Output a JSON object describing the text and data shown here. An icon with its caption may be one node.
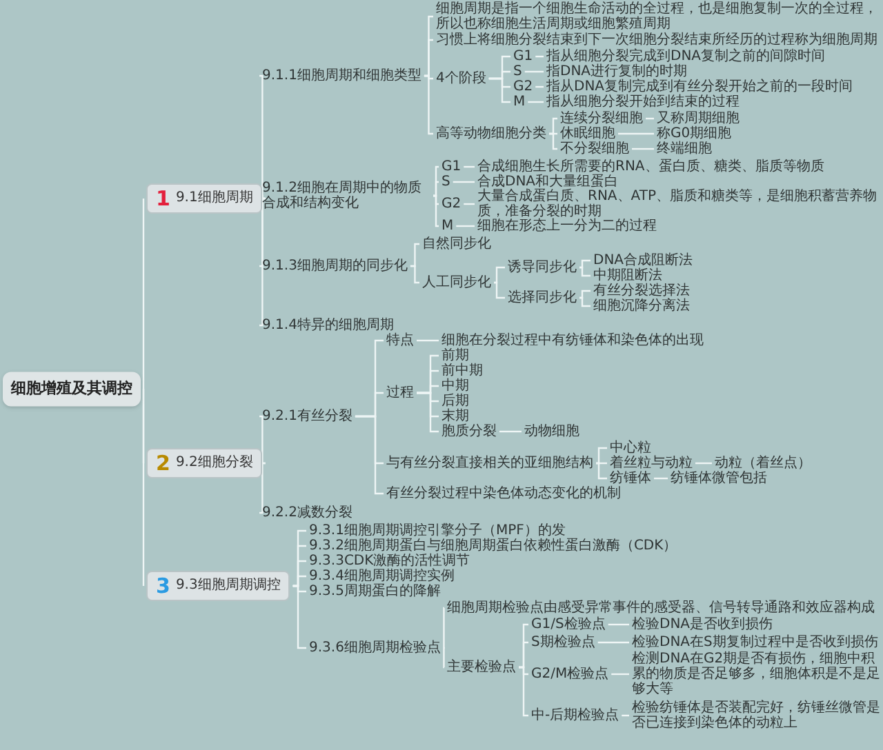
{
  "diagram": {
    "nodes": [
      {
        "text": [
          "细胞增殖及其调控"
        ]
      },
      {
        "text": [
          "1",
          "9.1细胞周期"
        ]
      },
      {
        "text": [
          "9.1.1细胞周期和细胞类型"
        ]
      },
      {
        "text": [
          "细胞周期是指一个细胞生命活动的全过程，也是细胞复制一次的全过程，所以也称细胞生活周期或细胞繁殖周期"
        ]
      },
      {
        "text": [
          "习惯上将细胞分裂结束到下一次细胞分裂结束所经历的过程称为细胞周期"
        ]
      },
      {
        "text": [
          "4个阶段"
        ]
      },
      {
        "text": [
          "G1"
        ]
      },
      {
        "text": [
          "指从细胞分裂完成到DNA复制之前的间隙时间"
        ]
      },
      {
        "text": [
          "S"
        ]
      },
      {
        "text": [
          "指DNA进行复制的时期"
        ]
      },
      {
        "text": [
          "G2"
        ]
      },
      {
        "text": [
          "指从DNA复制完成到有丝分裂开始之前的一段时间"
        ]
      },
      {
        "text": [
          "M"
        ]
      },
      {
        "text": [
          "指从细胞分裂开始到结束的过程"
        ]
      },
      {
        "text": [
          "高等动物细胞分类"
        ]
      },
      {
        "text": [
          "连续分裂细胞"
        ]
      },
      {
        "text": [
          "又称周期细胞"
        ]
      },
      {
        "text": [
          "休眠细胞"
        ]
      },
      {
        "text": [
          "称G0期细胞"
        ]
      },
      {
        "text": [
          "不分裂细胞"
        ]
      },
      {
        "text": [
          "终端细胞"
        ]
      },
      {
        "text": [
          "9.1.2细胞在周期中的物质合成和结构变化"
        ]
      },
      {
        "text": [
          "G1"
        ]
      },
      {
        "text": [
          "合成细胞生长所需要的RNA、蛋白质、糖类、脂质等物质"
        ]
      },
      {
        "text": [
          "S"
        ]
      },
      {
        "text": [
          "合成DNA和大量组蛋白"
        ]
      },
      {
        "text": [
          "G2"
        ]
      },
      {
        "text": [
          "大量合成蛋白质、RNA、ATP、脂质和糖类等，是细胞积蓄营养物质，准备分裂的时期"
        ]
      },
      {
        "text": [
          "M"
        ]
      },
      {
        "text": [
          "细胞在形态上一分为二的过程"
        ]
      },
      {
        "text": [
          "9.1.3细胞周期的同步化"
        ]
      },
      {
        "text": [
          "自然同步化"
        ]
      },
      {
        "text": [
          "人工同步化"
        ]
      },
      {
        "text": [
          "诱导同步化"
        ]
      },
      {
        "text": [
          "DNA合成阻断法"
        ]
      },
      {
        "text": [
          "中期阻断法"
        ]
      },
      {
        "text": [
          "选择同步化"
        ]
      },
      {
        "text": [
          "有丝分裂选择法"
        ]
      },
      {
        "text": [
          "细胞沉降分离法"
        ]
      },
      {
        "text": [
          "9.1.4特异的细胞周期"
        ]
      },
      {
        "text": [
          "2",
          "9.2细胞分裂"
        ]
      },
      {
        "text": [
          "9.2.1有丝分裂"
        ]
      },
      {
        "text": [
          "特点"
        ]
      },
      {
        "text": [
          "细胞在分裂过程中有纺锤体和染色体的出现"
        ]
      },
      {
        "text": [
          "过程"
        ]
      },
      {
        "text": [
          "前期"
        ]
      },
      {
        "text": [
          "前中期"
        ]
      },
      {
        "text": [
          "中期"
        ]
      },
      {
        "text": [
          "后期"
        ]
      },
      {
        "text": [
          "末期"
        ]
      },
      {
        "text": [
          "胞质分裂"
        ]
      },
      {
        "text": [
          "动物细胞"
        ]
      },
      {
        "text": [
          "与有丝分裂直接相关的亚细胞结构"
        ]
      },
      {
        "text": [
          "中心粒"
        ]
      },
      {
        "text": [
          "着丝粒与动粒"
        ]
      },
      {
        "text": [
          "动粒（着丝点）"
        ]
      },
      {
        "text": [
          "纺锤体"
        ]
      },
      {
        "text": [
          "纺锤体微管包括"
        ]
      },
      {
        "text": [
          "有丝分裂过程中染色体动态变化的机制"
        ]
      },
      {
        "text": [
          "9.2.2减数分裂"
        ]
      },
      {
        "text": [
          "3",
          "9.3细胞周期调控"
        ]
      },
      {
        "text": [
          "9.3.1细胞周期调控引擎分子（MPF）的发"
        ]
      },
      {
        "text": [
          "9.3.2细胞周期蛋白与细胞周期蛋白依赖性蛋白激酶（CDK）"
        ]
      },
      {
        "text": [
          "9.3.3CDK激酶的活性调节"
        ]
      },
      {
        "text": [
          "9.3.4细胞周期调控实例"
        ]
      },
      {
        "text": [
          "9.3.5周期蛋白的降解"
        ]
      },
      {
        "text": [
          "9.3.6细胞周期检验点"
        ]
      },
      {
        "text": [
          "细胞周期检验点由感受异常事件的感受器、信号转导通路和效应器构成"
        ]
      },
      {
        "text": [
          "主要检验点"
        ]
      },
      {
        "text": [
          "G1/S检验点"
        ]
      },
      {
        "text": [
          "检验DNA是否收到损伤"
        ]
      },
      {
        "text": [
          "S期检验点"
        ]
      },
      {
        "text": [
          "检验DNA在S期复制过程中是否收到损伤"
        ]
      },
      {
        "text": [
          "G2/M检验点"
        ]
      },
      {
        "text": [
          "检测DNA在G2期是否有损伤，细胞中积累的物质是否足够多，细胞体积是不是足够大等"
        ]
      },
      {
        "text": [
          "中-后期检验点"
        ]
      },
      {
        "text": [
          "检验纺锤体是否装配完好，纺锤丝微管是否已连接到染色体的动粒上"
        ]
      }
    ],
    "edges": [
      {
        "from": 0,
        "to": 1,
        "arrow": "none"
      },
      {
        "from": 1,
        "to": 2,
        "arrow": "none"
      },
      {
        "from": 2,
        "to": 3,
        "arrow": "none"
      },
      {
        "from": 2,
        "to": 4,
        "arrow": "none"
      },
      {
        "from": 2,
        "to": 5,
        "arrow": "none"
      },
      {
        "from": 5,
        "to": 6,
        "arrow": "none"
      },
      {
        "from": 6,
        "to": 7,
        "arrow": "none"
      },
      {
        "from": 5,
        "to": 8,
        "arrow": "none"
      },
      {
        "from": 8,
        "to": 9,
        "arrow": "none"
      },
      {
        "from": 5,
        "to": 10,
        "arrow": "none"
      },
      {
        "from": 10,
        "to": 11,
        "arrow": "none"
      },
      {
        "from": 5,
        "to": 12,
        "arrow": "none"
      },
      {
        "from": 12,
        "to": 13,
        "arrow": "none"
      },
      {
        "from": 2,
        "to": 14,
        "arrow": "none"
      },
      {
        "from": 14,
        "to": 15,
        "arrow": "none"
      },
      {
        "from": 15,
        "to": 16,
        "arrow": "none"
      },
      {
        "from": 14,
        "to": 17,
        "arrow": "none"
      },
      {
        "from": 17,
        "to": 18,
        "arrow": "none"
      },
      {
        "from": 14,
        "to": 19,
        "arrow": "none"
      },
      {
        "from": 19,
        "to": 20,
        "arrow": "none"
      },
      {
        "from": 1,
        "to": 21,
        "arrow": "none"
      },
      {
        "from": 21,
        "to": 22,
        "arrow": "none"
      },
      {
        "from": 22,
        "to": 23,
        "arrow": "none"
      },
      {
        "from": 21,
        "to": 24,
        "arrow": "none"
      },
      {
        "from": 24,
        "to": 25,
        "arrow": "none"
      },
      {
        "from": 21,
        "to": 26,
        "arrow": "none"
      },
      {
        "from": 26,
        "to": 27,
        "arrow": "none"
      },
      {
        "from": 21,
        "to": 28,
        "arrow": "none"
      },
      {
        "from": 28,
        "to": 29,
        "arrow": "none"
      },
      {
        "from": 1,
        "to": 30,
        "arrow": "none"
      },
      {
        "from": 30,
        "to": 31,
        "arrow": "none"
      },
      {
        "from": 30,
        "to": 32,
        "arrow": "none"
      },
      {
        "from": 32,
        "to": 33,
        "arrow": "none"
      },
      {
        "from": 33,
        "to": 34,
        "arrow": "none"
      },
      {
        "from": 33,
        "to": 35,
        "arrow": "none"
      },
      {
        "from": 32,
        "to": 36,
        "arrow": "none"
      },
      {
        "from": 36,
        "to": 37,
        "arrow": "none"
      },
      {
        "from": 36,
        "to": 38,
        "arrow": "none"
      },
      {
        "from": 1,
        "to": 39,
        "arrow": "none"
      },
      {
        "from": 0,
        "to": 40,
        "arrow": "none"
      },
      {
        "from": 40,
        "to": 41,
        "arrow": "none"
      },
      {
        "from": 41,
        "to": 42,
        "arrow": "none"
      },
      {
        "from": 42,
        "to": 43,
        "arrow": "none"
      },
      {
        "from": 41,
        "to": 44,
        "arrow": "none"
      },
      {
        "from": 44,
        "to": 45,
        "arrow": "none"
      },
      {
        "from": 44,
        "to": 46,
        "arrow": "none"
      },
      {
        "from": 44,
        "to": 47,
        "arrow": "none"
      },
      {
        "from": 44,
        "to": 48,
        "arrow": "none"
      },
      {
        "from": 44,
        "to": 49,
        "arrow": "none"
      },
      {
        "from": 44,
        "to": 50,
        "arrow": "none"
      },
      {
        "from": 50,
        "to": 51,
        "arrow": "none"
      },
      {
        "from": 41,
        "to": 52,
        "arrow": "none"
      },
      {
        "from": 52,
        "to": 53,
        "arrow": "none"
      },
      {
        "from": 52,
        "to": 54,
        "arrow": "none"
      },
      {
        "from": 54,
        "to": 55,
        "arrow": "none"
      },
      {
        "from": 52,
        "to": 56,
        "arrow": "none"
      },
      {
        "from": 56,
        "to": 57,
        "arrow": "none"
      },
      {
        "from": 41,
        "to": 58,
        "arrow": "none"
      },
      {
        "from": 40,
        "to": 59,
        "arrow": "none"
      },
      {
        "from": 0,
        "to": 60,
        "arrow": "none"
      },
      {
        "from": 60,
        "to": 61,
        "arrow": "none"
      },
      {
        "from": 60,
        "to": 62,
        "arrow": "none"
      },
      {
        "from": 60,
        "to": 63,
        "arrow": "none"
      },
      {
        "from": 60,
        "to": 64,
        "arrow": "none"
      },
      {
        "from": 60,
        "to": 65,
        "arrow": "none"
      },
      {
        "from": 60,
        "to": 66,
        "arrow": "none"
      },
      {
        "from": 66,
        "to": 67,
        "arrow": "none"
      },
      {
        "from": 66,
        "to": 68,
        "arrow": "none"
      },
      {
        "from": 68,
        "to": 69,
        "arrow": "none"
      },
      {
        "from": 69,
        "to": 70,
        "arrow": "none"
      },
      {
        "from": 68,
        "to": 71,
        "arrow": "none"
      },
      {
        "from": 71,
        "to": 72,
        "arrow": "none"
      },
      {
        "from": 68,
        "to": 73,
        "arrow": "none"
      },
      {
        "from": 73,
        "to": 74,
        "arrow": "none"
      },
      {
        "from": 68,
        "to": 75,
        "arrow": "none"
      },
      {
        "from": 75,
        "to": 76,
        "arrow": "none"
      }
    ]
  }
}
